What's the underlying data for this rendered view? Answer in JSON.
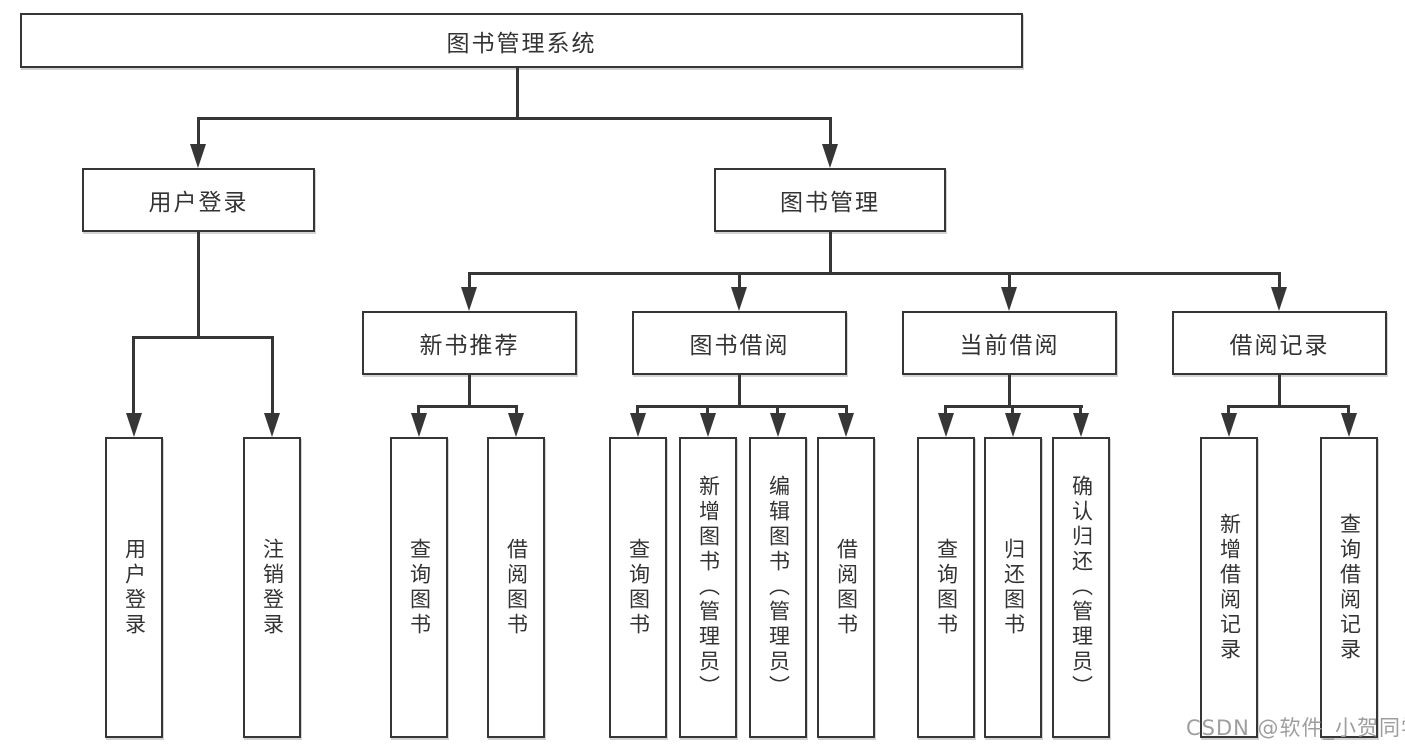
{
  "diagram_title": "图书管理系统",
  "nodes": {
    "root": "图书管理系统",
    "level1": {
      "user_login": "用户登录",
      "book_mgmt": "图书管理"
    },
    "level2": {
      "new_book": "新书推荐",
      "book_borrow": "图书借阅",
      "current_borrow": "当前借阅",
      "borrow_record": "借阅记录"
    },
    "leaves": {
      "user_login": "用户登录",
      "logout": "注销登录",
      "nb_query": "查询图书",
      "nb_borrow": "借阅图书",
      "bb_query": "查询图书",
      "bb_add": "新增图书（管理员）",
      "bb_edit": "编辑图书（管理员）",
      "bb_borrow": "借阅图书",
      "cb_query": "查询图书",
      "cb_return": "归还图书",
      "cb_confirm": "确认归还（管理员）",
      "br_add": "新增借阅记录",
      "br_query": "查询借阅记录"
    }
  },
  "watermark": "CSDN @软件_小贺同学",
  "colors": {
    "line": "#363636",
    "text": "#333333",
    "watermark": "#9e9e9e",
    "background": "#ffffff"
  }
}
